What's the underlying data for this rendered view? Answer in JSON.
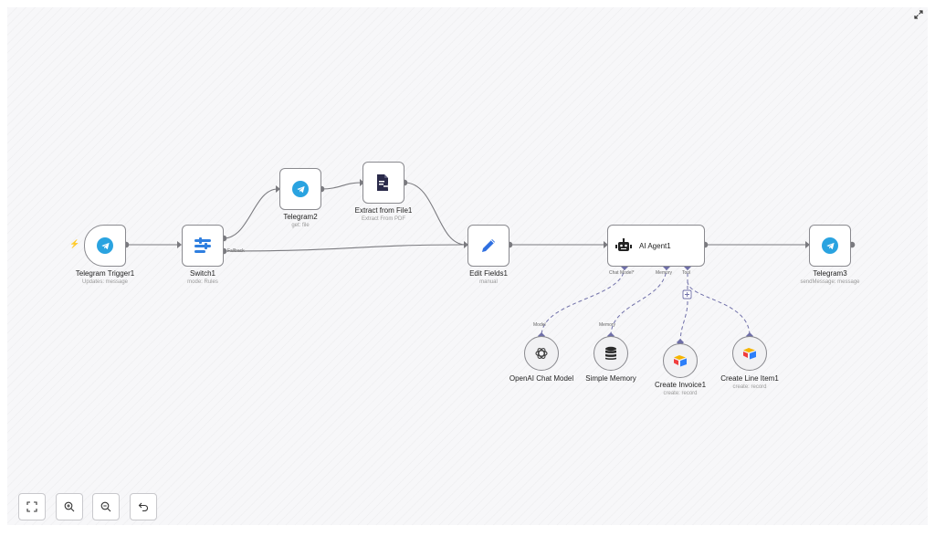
{
  "nodes": {
    "telegram_trigger": {
      "title": "Telegram Trigger1",
      "subtitle": "Updates: message"
    },
    "switch": {
      "title": "Switch1",
      "subtitle": "mode: Rules"
    },
    "telegram2": {
      "title": "Telegram2",
      "subtitle": "get: file"
    },
    "extract": {
      "title": "Extract from File1",
      "subtitle": "Extract From PDF"
    },
    "edit_fields": {
      "title": "Edit Fields1",
      "subtitle": "manual"
    },
    "ai_agent": {
      "title": "AI Agent1"
    },
    "telegram3": {
      "title": "Telegram3",
      "subtitle": "sendMessage: message"
    },
    "openai": {
      "title": "OpenAI Chat Model"
    },
    "memory": {
      "title": "Simple Memory"
    },
    "invoice": {
      "title": "Create Invoice1",
      "subtitle": "create: record"
    },
    "line_item": {
      "title": "Create Line Item1",
      "subtitle": "create: record"
    }
  },
  "ports": {
    "fallback": "Fallback",
    "chat_model": "Chat Model*",
    "memory": "Memory",
    "tool": "Tool",
    "model": "Model",
    "memory_in": "Memory"
  },
  "colors": {
    "telegram": "#2aa3e0",
    "edge": "#7a7a7f",
    "sub_edge": "#6f6fa8",
    "trigger_bolt": "#ff5a5a",
    "edit_pen": "#2f6fe0",
    "switch_icon": "#2f7fe0",
    "airtable_yellow": "#f5b400",
    "airtable_blue": "#2d7ff9",
    "airtable_red": "#f03e3e"
  },
  "icons": {
    "trigger": "telegram-icon",
    "switch": "switch-icon",
    "extract": "file-export-icon",
    "edit": "pencil-icon",
    "agent": "robot-icon",
    "openai": "openai-icon",
    "memory": "database-icon",
    "airtable": "airtable-icon"
  },
  "controls": [
    "fit-view",
    "zoom-in",
    "zoom-out",
    "reset"
  ]
}
